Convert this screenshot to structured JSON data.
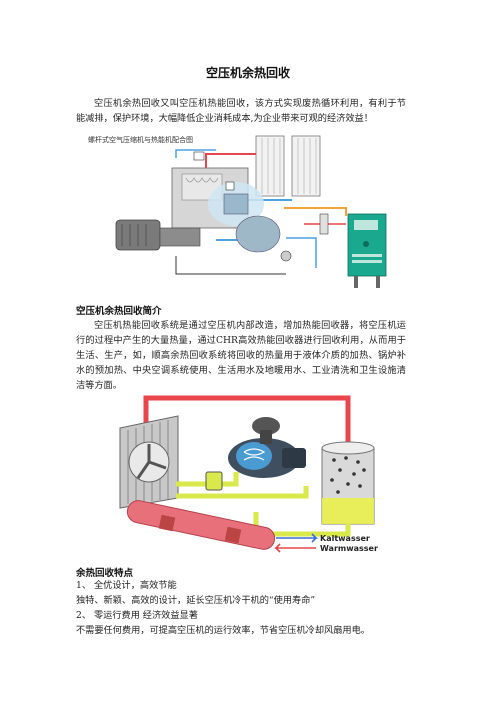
{
  "document": {
    "title": "空压机余热回收",
    "intro": "空压机余热回收又叫空压机热能回收，该方式实现废热循环利用，有利于节能减排，保护环境，大幅降低企业消耗成本,为企业带来可观的经济效益！",
    "figure1": {
      "caption": "螺杆式空气压缩机与热能机配合图"
    },
    "section1": {
      "heading": "空压机余热回收简介",
      "body": "空压机热能回收系统是通过空压机内部改造，增加热能回收器，将空压机运行的过程中产生的大量热量，通过CHR高效热能回收器进行回收利用，从而用于生活、生产，如，顺高余热回收系统将回收的热量用于液体介质的加热、锅炉补水的预加热、中央空调系统使用、生活用水及地暖用水、工业清洗和卫生设施清洁等方面。"
    },
    "figure2": {
      "label_cold": "Kaltwasser",
      "label_warm": "Warmwasser"
    },
    "section2": {
      "heading": "余热回收特点",
      "lines": [
        "1、 全优设计，高效节能",
        "独特、新颖、高效的设计，延长空压机冷干机的“使用寿命”",
        "2、 零运行费用 经济效益显著",
        "不需要任何费用，可提高空压机的运行效率，节省空压机冷却风扇用电。"
      ]
    },
    "colors": {
      "hot_pipe": "#e8464b",
      "warm_pipe": "#f4a23a",
      "cold_pipe": "#4aa3df",
      "yellow_pipe": "#d9e84a",
      "tank_green": "#1aa88e",
      "bg_blue": "#cfe6f5"
    }
  }
}
